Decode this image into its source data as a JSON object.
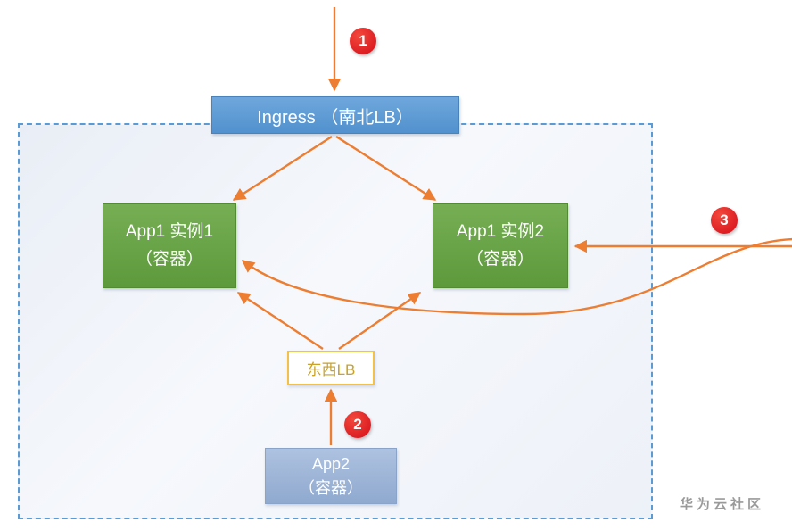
{
  "diagram": {
    "nodes": {
      "ingress": {
        "label": "Ingress （南北LB）"
      },
      "app1_1": {
        "title": "App1 实例1",
        "subtitle": "（容器）"
      },
      "app1_2": {
        "title": "App1 实例2",
        "subtitle": "（容器）"
      },
      "east_west_lb": {
        "label": "东西LB"
      },
      "app2": {
        "title": "App2",
        "subtitle": "（容器）"
      }
    },
    "badges": [
      "1",
      "2",
      "3"
    ],
    "watermark": "华为云社区",
    "colors": {
      "arrow": "#ED7D31",
      "badge": "#D40D18",
      "ingress_blue": "#5B9BD5",
      "app_green": "#66A244",
      "app2_blue": "#9AB1D6",
      "lb_gold": "#C9A227",
      "border_dashed": "#5B9BD5"
    }
  }
}
